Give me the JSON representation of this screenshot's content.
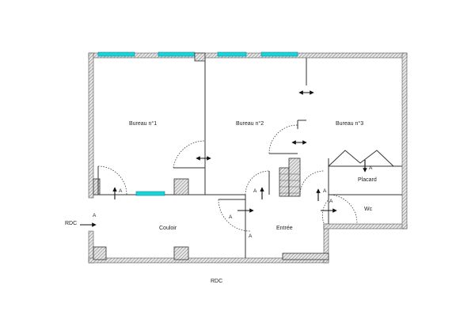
{
  "plan": {
    "rooms": {
      "bureau1": "Bureau n°1",
      "bureau2": "Bureau n°2",
      "bureau3": "Bureau n°3",
      "placard": "Placard",
      "wc": "Wc",
      "couloir": "Couloir",
      "entree": "Entrée"
    },
    "level_left": "RDC",
    "level_bottom": "RDC",
    "marker": "A"
  },
  "colors": {
    "window": "#19d3db",
    "wall": "#777777"
  },
  "icons": [
    "double-arrow-icon",
    "up-arrow-icon",
    "right-arrow-icon",
    "down-arrow-icon"
  ]
}
